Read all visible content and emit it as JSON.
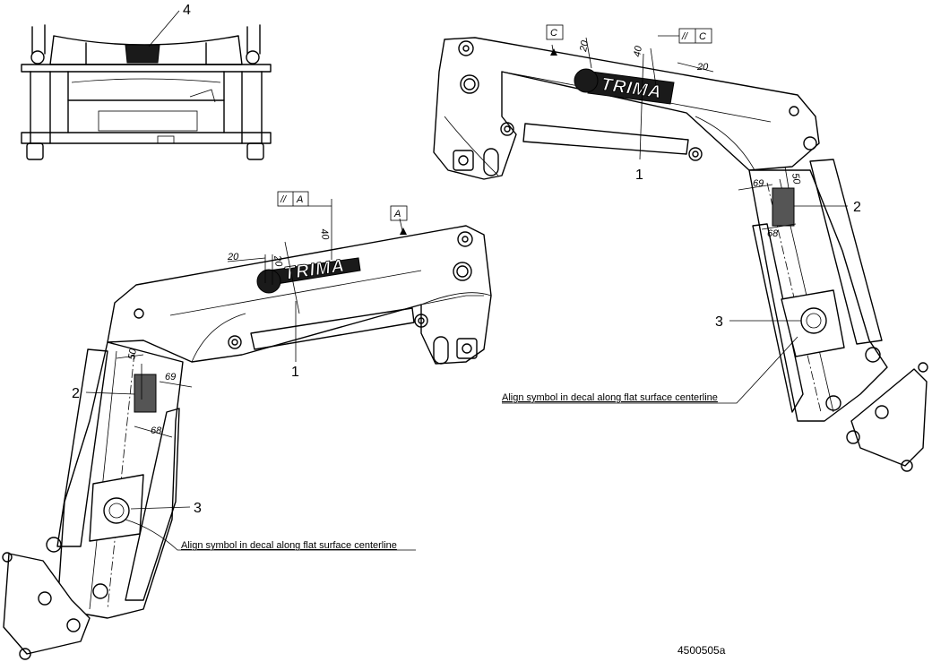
{
  "callouts": {
    "label_1": "1",
    "label_2": "2",
    "label_3": "3",
    "label_4": "4"
  },
  "dimensions": {
    "d20": "20",
    "d40": "40",
    "d50": "50",
    "d68": "68",
    "d69": "69"
  },
  "datums": {
    "datum_a": "A",
    "datum_c": "C",
    "parallel_symbol": "//"
  },
  "decal": {
    "brand": "TRIMA"
  },
  "notes": {
    "alignment": "Align symbol in decal along flat surface centerline"
  },
  "drawing_number": "4500505a"
}
